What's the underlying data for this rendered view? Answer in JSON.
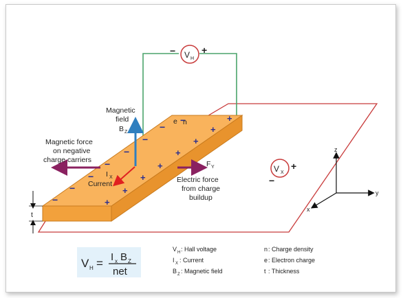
{
  "diagram": {
    "labels": {
      "magnetic_field": [
        "Magnetic",
        "field"
      ],
      "bz": "B",
      "bz_sub": "Z",
      "magnetic_force": [
        "Magnetic force",
        "on negative",
        "charge carriers"
      ],
      "current": "Current",
      "ix": "I",
      "ix_sub": "X",
      "electric_force": [
        "Electric force",
        "from charge",
        "buildup"
      ],
      "fy": "F",
      "fy_sub": "Y",
      "electron_label": "e",
      "electron_n": "n",
      "thickness": "t"
    },
    "meters": {
      "vh": {
        "letter": "V",
        "sub": "H",
        "minus": "−",
        "plus": "+"
      },
      "vx": {
        "letter": "V",
        "sub": "X",
        "minus": "−",
        "plus": "+"
      }
    },
    "axes": {
      "z": "z",
      "y": "y",
      "x": "x"
    },
    "charges": {
      "plus": "+",
      "minus": "−"
    },
    "colors": {
      "slab_top": "#f9b35c",
      "slab_front": "#f2a13c",
      "slab_edge": "#c97b1e",
      "circuit": "#4aa36b",
      "plane": "#c83a3a",
      "field_arrow": "#2f7fbf",
      "force_arrow": "#8a2160",
      "current_arrow": "#e02020",
      "charge": "#2b2f8f",
      "eq_bg": "#e3f1fa"
    }
  },
  "equation": {
    "lhs": "V",
    "lhs_sub": "H",
    "equals": "=",
    "num_i": "I",
    "num_i_sub": "x",
    "num_b": "B",
    "num_b_sub": "Z",
    "den": "net"
  },
  "legend": [
    {
      "sym": "V",
      "sub": "H",
      "text": ": Hall voltage"
    },
    {
      "sym": "I",
      "sub": "X",
      "text": ": Current"
    },
    {
      "sym": "B",
      "sub": "Z",
      "text": ": Magnetic field"
    },
    {
      "sym": "n",
      "sub": "",
      "text": " : Charge density"
    },
    {
      "sym": "e",
      "sub": "",
      "text": " : Electron charge"
    },
    {
      "sym": "t",
      "sub": "",
      "text": " : Thickness"
    }
  ]
}
